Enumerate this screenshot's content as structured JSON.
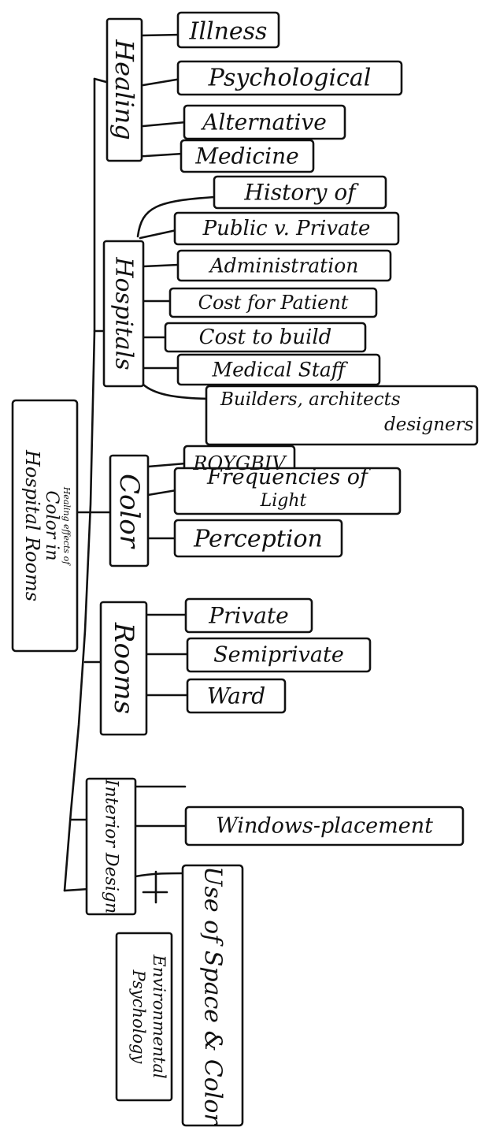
{
  "root": {
    "line1": "Healing effects of",
    "line2": "Color in",
    "line3": "Hospital Rooms"
  },
  "topics": [
    {
      "key": "healing",
      "label": "Healing",
      "subtopics": [
        "Illness",
        "Psychological",
        "Alternative",
        "Medicine"
      ]
    },
    {
      "key": "hospitals",
      "label": "Hospitals",
      "subtopics": [
        "History of",
        "Public v. Private",
        "Administration",
        "Cost for Patient",
        "Cost to build",
        "Medical Staff",
        "Builders, architects designers"
      ]
    },
    {
      "key": "color",
      "label": "Color",
      "subtopics": [
        "ROYGBIV",
        "Frequencies of Light",
        "Perception"
      ]
    },
    {
      "key": "rooms",
      "label": "Rooms",
      "subtopics": [
        "Private",
        "Semiprivate",
        "Ward"
      ]
    },
    {
      "key": "interior",
      "label": "Interior Design",
      "subtopics": [
        "Windows-placement",
        "Use of Space & Color"
      ]
    }
  ],
  "nested": {
    "label_line1": "Environmental",
    "label_line2": "Psychology"
  }
}
